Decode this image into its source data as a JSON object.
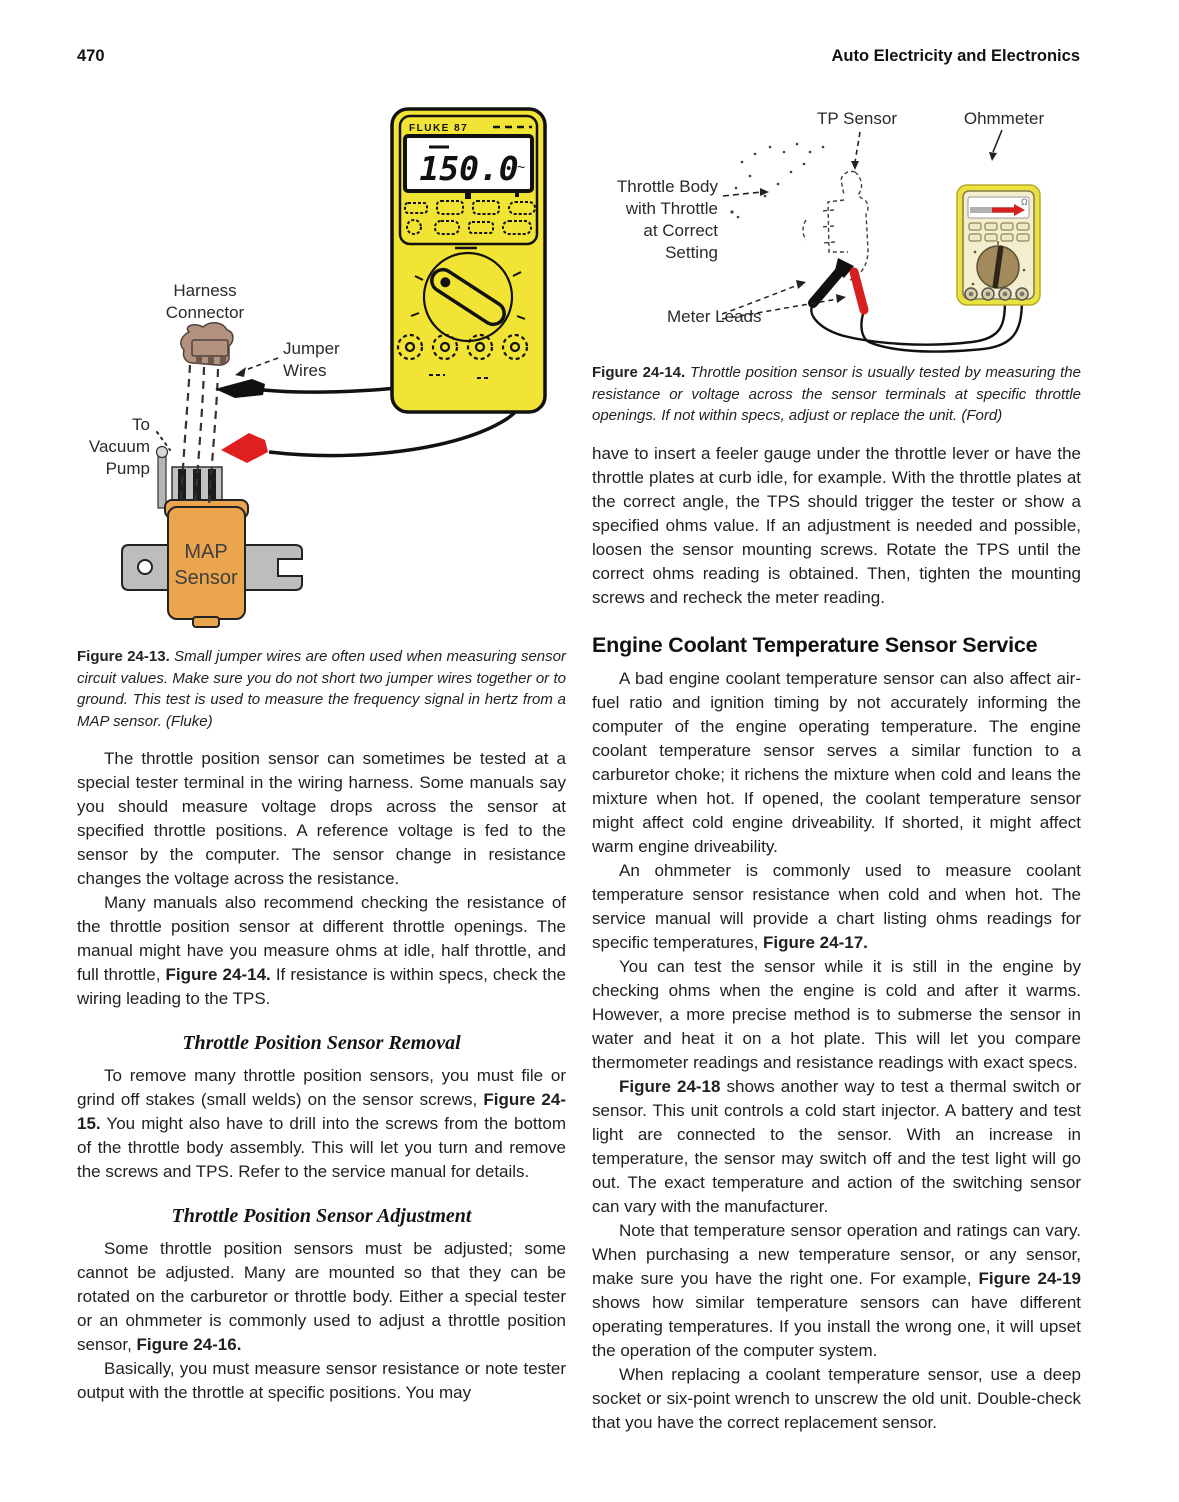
{
  "page": {
    "number": "470",
    "title": "Auto Electricity and Electronics"
  },
  "colors": {
    "meter_yellow": "#f2e434",
    "ohmmeter_yellow": "#e9e23f",
    "ohmmeter_face": "#f3eecd",
    "map_orange": "#eaa54e",
    "connector_brown": "#b3917f",
    "bracket_gray": "#bdbdbd",
    "lead_red": "#e02020",
    "text": "#1f1f1f"
  },
  "fig13": {
    "display_value": "150.0",
    "display_mode": "~",
    "brand": "FLUKE 87",
    "labels": {
      "harness1": "Harness",
      "harness2": "Connector",
      "jumper1": "Jumper",
      "jumper2": "Wires",
      "vac1": "To",
      "vac2": "Vacuum",
      "vac3": "Pump",
      "map1": "MAP",
      "map2": "Sensor"
    },
    "caption": [
      {
        "t": "Figure 24-13.",
        "b": true,
        "r": true
      },
      {
        "t": " Small jumper wires are often used when measuring sensor circuit values. Make sure you do not short two jumper wires together or to ground. This test is used to measure the frequency signal in hertz from a MAP sensor. (Fluke)"
      }
    ]
  },
  "fig14": {
    "labels": {
      "tp": "TP Sensor",
      "ohm": "Ohmmeter",
      "tb1": "Throttle Body",
      "tb2": "with Throttle",
      "tb3": "at Correct",
      "tb4": "Setting",
      "leads": "Meter Leads",
      "omega": "Ω"
    },
    "caption": [
      {
        "t": "Figure 24-14.",
        "b": true,
        "r": true
      },
      {
        "t": " Throttle position sensor is usually tested by measuring the resistance or voltage across the sensor terminals at specific throttle openings. If not within specs, adjust or replace the unit. (Ford)"
      }
    ]
  },
  "left": {
    "p1": "The throttle position sensor can sometimes be tested at a special tester terminal in the wiring harness. Some manuals say you should measure voltage drops across the sensor at specified throttle positions. A reference voltage is fed to the sensor by the computer. The sensor change in resistance changes the voltage across the resistance.",
    "p2": [
      {
        "t": "Many manuals also recommend checking the resistance of the throttle position sensor at different throttle openings. The manual might have you measure ohms at idle, half throttle, and full throttle, "
      },
      {
        "t": "Figure 24-14.",
        "b": true
      },
      {
        "t": " If resistance is within specs, check the wiring leading to the TPS."
      }
    ],
    "h1": "Throttle Position Sensor Removal",
    "p3": [
      {
        "t": "To remove many throttle position sensors, you must file or grind off stakes (small welds) on the sensor screws, "
      },
      {
        "t": "Figure 24-15.",
        "b": true
      },
      {
        "t": " You might also have to drill into the screws from the bottom of the throttle body assembly. This will let you turn and remove the screws and TPS. Refer to the service manual for details."
      }
    ],
    "h2": "Throttle Position Sensor Adjustment",
    "p4": [
      {
        "t": "Some throttle position sensors must be adjusted; some cannot be adjusted. Many are mounted so that they can be rotated on the carburetor or throttle body. Either a special tester or an ohmmeter is commonly used to adjust a throttle position sensor, "
      },
      {
        "t": "Figure 24-16.",
        "b": true
      }
    ],
    "p5": "Basically, you must measure sensor resistance or note tester output with the throttle at specific positions. You may"
  },
  "right": {
    "p1": "have to insert a feeler gauge under the throttle lever or have the throttle plates at curb idle, for example. With the throttle plates at the correct angle, the TPS should trigger the tester or show a specified ohms value. If an adjustment is needed and possible, loosen the sensor mounting screws. Rotate the TPS until the correct ohms reading is obtained. Then, tighten the mounting screws and recheck the meter reading.",
    "h1": "Engine Coolant Temperature Sensor Service",
    "p2": "A bad engine coolant temperature sensor can also affect air-fuel ratio and ignition timing by not accurately informing the computer of the engine operating temperature. The engine coolant temperature sensor serves a similar function to a carburetor choke; it richens the mixture when cold and leans the mixture when hot. If opened, the coolant temperature sensor might affect cold engine driveability. If shorted, it might affect warm engine driveability.",
    "p3": [
      {
        "t": "An ohmmeter is commonly used to measure coolant temperature sensor resistance when cold and when hot. The service manual will provide a chart listing ohms readings for specific temperatures, "
      },
      {
        "t": "Figure 24-17.",
        "b": true
      }
    ],
    "p4": "You can test the sensor while it is still in the engine by checking ohms when the engine is cold and after it warms. However, a more precise method is to submerse the sensor in water and heat it on a hot plate. This will let you compare thermometer readings and resistance readings with exact specs.",
    "p5": [
      {
        "t": "Figure 24-18",
        "b": true
      },
      {
        "t": " shows another way to test a thermal switch or sensor. This unit controls a cold start injector. A battery and test light are connected to the sensor. With an increase in temperature, the sensor may switch off and the test light will go out. The exact temperature and action of the switching sensor can vary with the manufacturer."
      }
    ],
    "p6": [
      {
        "t": "Note that temperature sensor operation and ratings can vary. When purchasing a new temperature sensor, or any sensor, make sure you have the right one. For example, "
      },
      {
        "t": "Figure 24-19",
        "b": true
      },
      {
        "t": " shows how similar temperature sensors can have different operating temperatures. If you install the wrong one, it will upset the operation of the computer system."
      }
    ],
    "p7": "When replacing a coolant temperature sensor, use a deep socket or six-point wrench to unscrew the old unit. Double-check that you have the correct replacement sensor."
  }
}
